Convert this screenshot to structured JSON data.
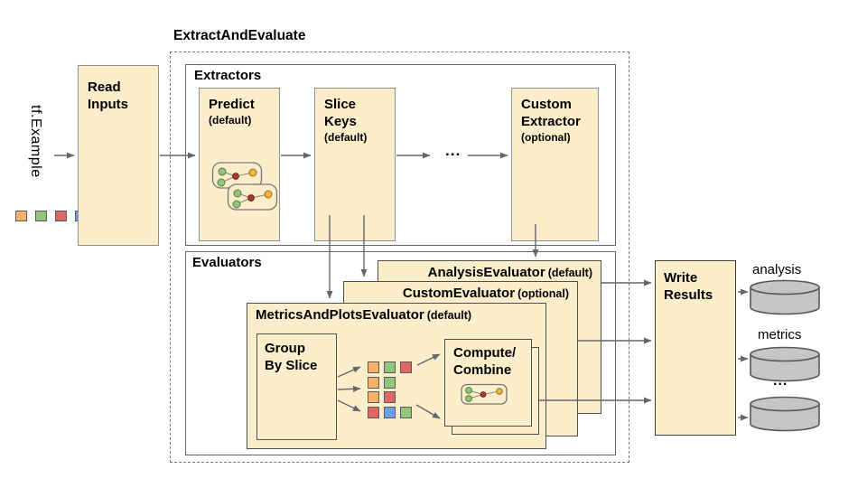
{
  "title": "ExtractAndEvaluate",
  "input": {
    "label": "tf.Example",
    "squares": [
      "orange",
      "green",
      "red",
      "blue"
    ]
  },
  "read_inputs": {
    "label": "Read\nInputs"
  },
  "extractors": {
    "label": "Extractors",
    "predict": {
      "name": "Predict",
      "qualifier": "(default)"
    },
    "slice_keys": {
      "name": "Slice\nKeys",
      "qualifier": "(default)"
    },
    "ellipsis": "...",
    "custom": {
      "name": "Custom\nExtractor",
      "qualifier": "(optional)"
    }
  },
  "evaluators": {
    "label": "Evaluators",
    "analysis": {
      "name": "AnalysisEvaluator",
      "qualifier": "(default)"
    },
    "custom": {
      "name": "CustomEvaluator",
      "qualifier": "(optional)"
    },
    "metrics_and_plots": {
      "name": "MetricsAndPlotsEvaluator",
      "qualifier": "(default)"
    },
    "group_by_slice": {
      "label": "Group\nBy Slice"
    },
    "slice_grid": [
      [
        "orange",
        "green",
        "red"
      ],
      [
        "orange",
        "green"
      ],
      [
        "orange",
        "red"
      ],
      [
        "red",
        "blue",
        "green"
      ]
    ],
    "compute_combine": {
      "label": "Compute/\nCombine"
    }
  },
  "write_results": {
    "label": "Write\nResults"
  },
  "outputs": {
    "labels": [
      "analysis",
      "metrics",
      "..."
    ]
  },
  "colors": {
    "box_fill": "#FCEECB",
    "orange": "#F6B26B",
    "green": "#93C47D",
    "red": "#E06666",
    "blue": "#6D9EEB",
    "cylinder": "#C6C6C6",
    "cylinder_stroke": "#595959",
    "arrow": "#666666"
  }
}
